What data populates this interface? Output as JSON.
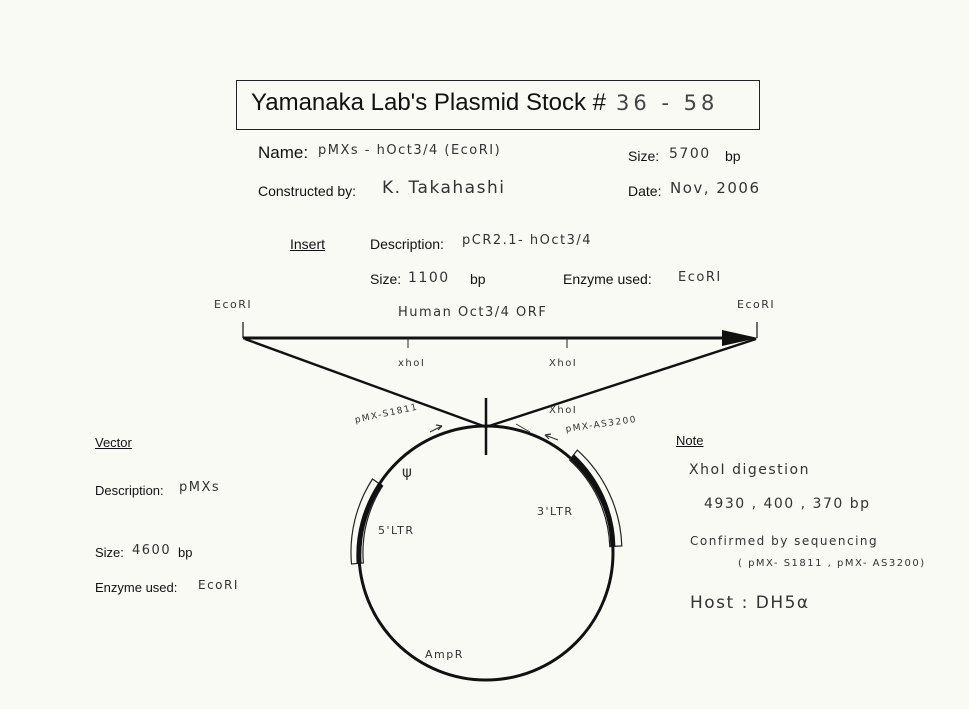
{
  "header": {
    "title": "Yamanaka Lab's Plasmid Stock #",
    "stock_number": "36 - 58"
  },
  "plasmid": {
    "name_label": "Name:",
    "name_value": "pMXs - hOct3/4 (EcoRI)",
    "size_label": "Size:",
    "size_value": "5700",
    "size_unit": "bp",
    "constructed_label": "Constructed by:",
    "constructed_value": "K. Takahashi",
    "date_label": "Date:",
    "date_value": "Nov, 2006"
  },
  "insert": {
    "heading": "Insert",
    "description_label": "Description:",
    "description_value": "pCR2.1- hOct3/4",
    "size_label": "Size:",
    "size_value": "1100",
    "size_unit": "bp",
    "enzyme_label": "Enzyme used:",
    "enzyme_value": "EcoRI"
  },
  "diagram": {
    "site_left": "EcoRI",
    "site_right": "EcoRI",
    "orf_label": "Human Oct3/4 ORF",
    "xhoi_1": "xhoI",
    "xhoi_2": "XhoI",
    "xhoi_3": "XhoI",
    "primer_left": "pMX-S1811",
    "primer_right": "pMX-AS3200",
    "psi": "ψ",
    "ltr_5": "5'LTR",
    "ltr_3": "3'LTR",
    "ampr": "AmpR"
  },
  "vector": {
    "heading": "Vector",
    "description_label": "Description:",
    "description_value": "pMXs",
    "size_label": "Size:",
    "size_value": "4600",
    "size_unit": "bp",
    "enzyme_label": "Enzyme used:",
    "enzyme_value": "EcoRI"
  },
  "note": {
    "heading": "Note",
    "line1": "XhoI digestion",
    "line2": "4930 , 400 , 370 bp",
    "line3": "Confirmed by sequencing",
    "line4": "( pMX- S1811 , pMX- AS3200)",
    "line5": "Host : DH5α"
  }
}
